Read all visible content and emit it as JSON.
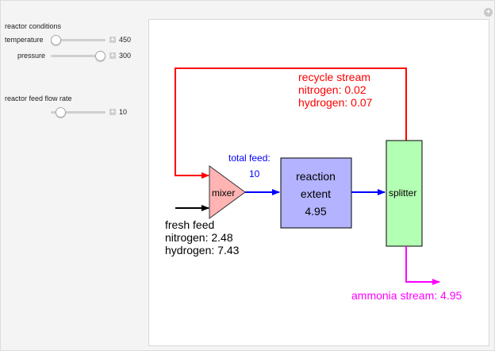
{
  "controls": {
    "section1_title": "reactor conditions",
    "temperature": {
      "label": "temperature",
      "value": "450",
      "fraction": 0.0
    },
    "pressure": {
      "label": "pressure",
      "value": "300",
      "fraction": 1.0
    },
    "section2_title": "reactor feed flow rate",
    "flow_rate": {
      "label": "",
      "value": "10",
      "fraction": 0.1
    }
  },
  "diagram": {
    "recycle": {
      "title": "recycle stream",
      "nitrogen": "nitrogen: 0.02",
      "hydrogen": "hydrogen: 0.07",
      "color": "#ff0000"
    },
    "total_feed": {
      "label": "total feed:",
      "value": "10",
      "color": "#0000ff"
    },
    "mixer": {
      "label": "mixer",
      "fill": "#ffb3b3"
    },
    "fresh_feed": {
      "title": "fresh feed",
      "nitrogen": "nitrogen: 2.48",
      "hydrogen": "hydrogen: 7.43"
    },
    "reactor": {
      "line1": "reaction",
      "line2": "extent",
      "value": "4.95",
      "fill": "#b3b3ff"
    },
    "splitter": {
      "label": "splitter",
      "fill": "#b3ffb3"
    },
    "ammonia": {
      "label": "ammonia stream: 4.95",
      "color": "#ff00ff"
    }
  }
}
